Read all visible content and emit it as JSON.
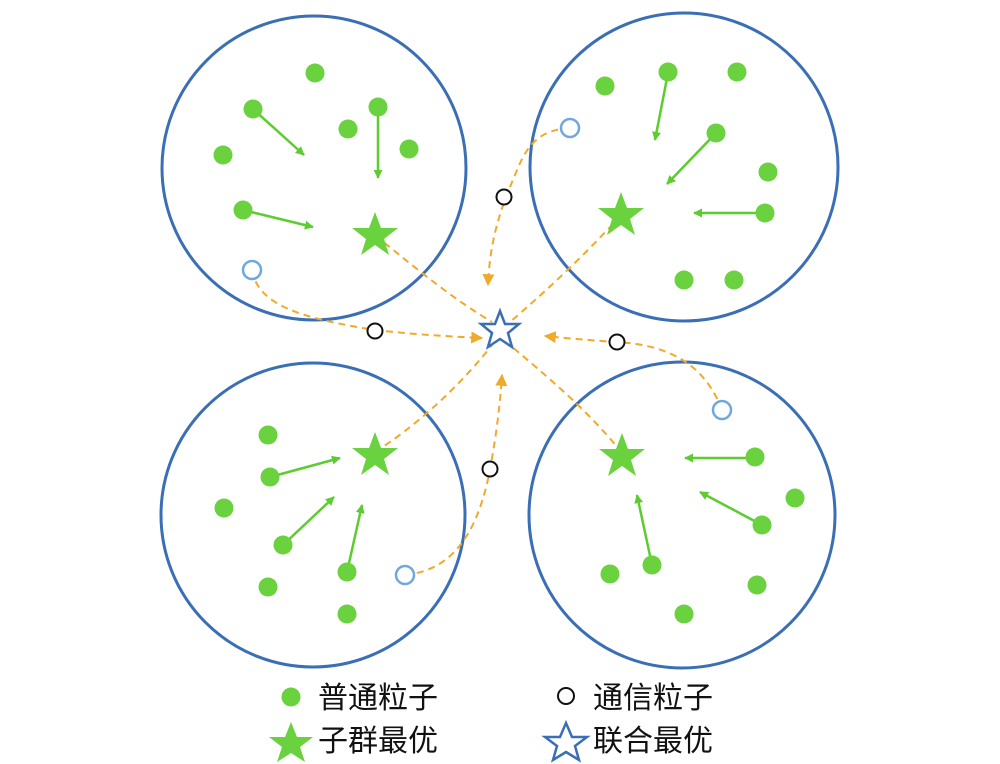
{
  "colors": {
    "swarm_border": "#3a6fb5",
    "particle": "#6ad13f",
    "arrow": "#5ccc2e",
    "comm_path": "#f0aa2b",
    "comm_particle_stroke": "#111111",
    "edge_particle_stroke": "#6fa8dc",
    "joint_best_stroke": "#3a6fb5"
  },
  "icons": {
    "ordinary_particle": "filled-green-circle-icon",
    "communication_particle": "hollow-black-circle-icon",
    "subswarm_best": "filled-green-star-icon",
    "joint_best": "hollow-blue-star-icon"
  },
  "legend": {
    "ordinary_particle": "普通粒子",
    "communication_particle": "通信粒子",
    "subswarm_best": "子群最优",
    "joint_best": "联合最优"
  }
}
